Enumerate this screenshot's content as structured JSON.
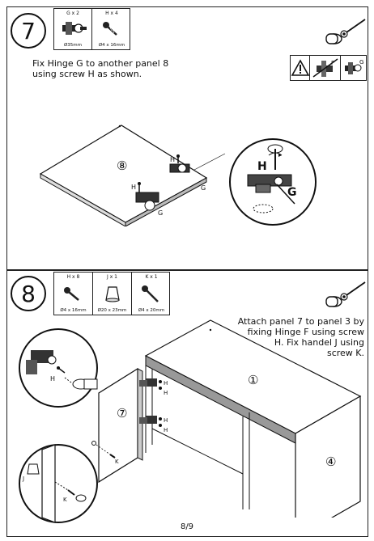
{
  "step7": {
    "number": "7",
    "parts": [
      {
        "qty": "G x 2",
        "size": "Ø35mm",
        "icon": "hinge-icon"
      },
      {
        "qty": "H x 4",
        "size": "Ø4 x 16mm",
        "icon": "screw-icon"
      }
    ],
    "tool_icon": "screwdriver-icon",
    "instruction_line1": "Fix Hinge G to another panel 8",
    "instruction_line2": "using screw H as shown.",
    "warning_icons": [
      "warning-triangle-icon",
      "no-hammer-icon",
      "hinge-detail-icon"
    ],
    "panel_label": "⑧",
    "callout_h": "H",
    "callout_g": "G",
    "detail_h": "H",
    "detail_g": "G"
  },
  "step8": {
    "number": "8",
    "parts": [
      {
        "qty": "H x 8",
        "size": "Ø4 x 16mm",
        "icon": "screw-icon"
      },
      {
        "qty": "J x 1",
        "size": "Ø20 x 23mm",
        "icon": "knob-icon"
      },
      {
        "qty": "K x 1",
        "size": "Ø4 x 20mm",
        "icon": "screw-icon"
      }
    ],
    "tool_icon": "screwdriver-icon",
    "instruction_line1": "Attach panel 7 to panel 3 by",
    "instruction_line2": "fixing Hinge F using screw",
    "instruction_line3": "H. Fix handel J using",
    "instruction_line4": "screw K.",
    "panel_1": "①",
    "panel_4": "④",
    "panel_7": "⑦",
    "label_h": "H",
    "label_j": "J",
    "label_k": "K"
  },
  "footer": {
    "page": "8/9"
  }
}
